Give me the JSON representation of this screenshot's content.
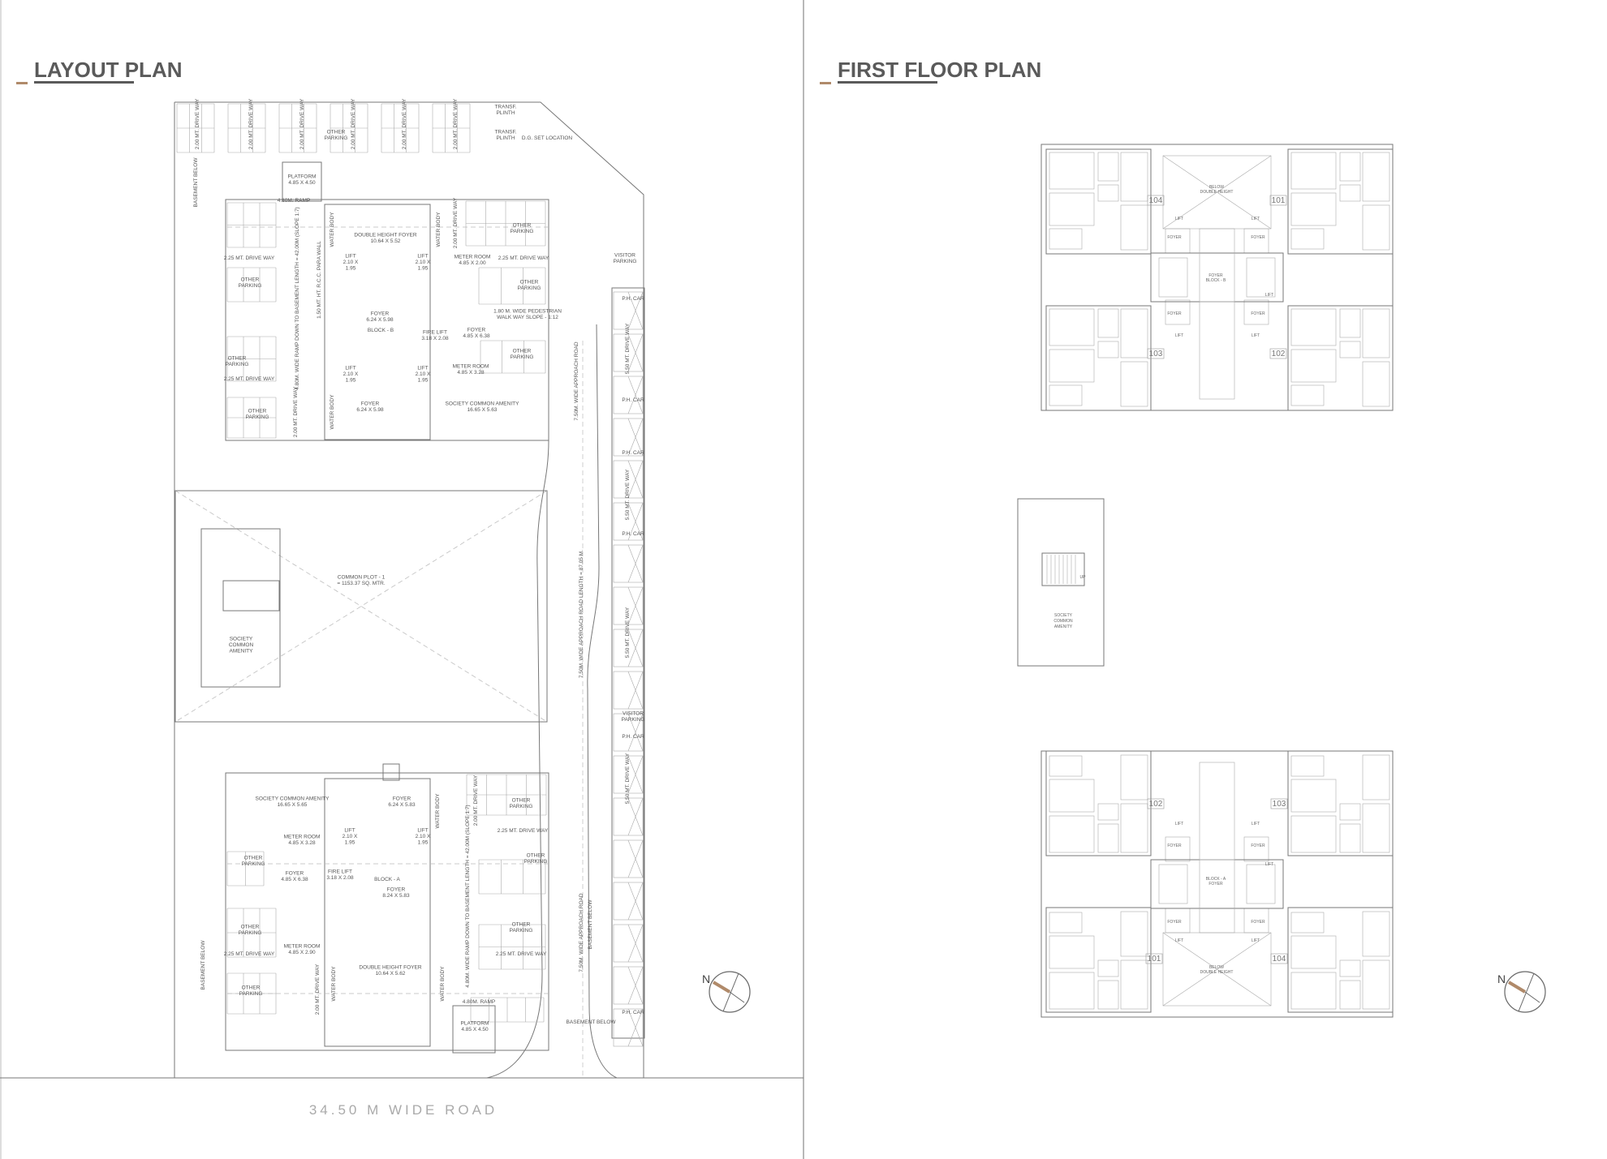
{
  "layout_plan": {
    "title": "LAYOUT PLAN",
    "road_label": "34.50 M  WIDE  ROAD",
    "labels": [
      {
        "lines": [
          "PLATFORM",
          "4.85 X 4.50"
        ]
      },
      {
        "lines": [
          "DOUBLE HEIGHT FOYER",
          "10.64 X 5.52"
        ]
      },
      {
        "lines": [
          "METER ROOM",
          "4.85 X 2.00"
        ]
      },
      {
        "lines": [
          "FOYER",
          "6.24 X 5.98"
        ]
      },
      {
        "lines": [
          "BLOCK - B"
        ]
      },
      {
        "lines": [
          "FIRE LIFT",
          "3.18 X 2.08"
        ]
      },
      {
        "lines": [
          "FOYER",
          "4.85 X 6.38"
        ]
      },
      {
        "lines": [
          "1.80 M. WIDE PEDESTRIAN",
          "WALK WAY SLOPE - 1:12"
        ]
      },
      {
        "lines": [
          "METER ROOM",
          "4.85 X 3.28"
        ]
      },
      {
        "lines": [
          "SOCIETY COMMON AMENITY",
          "16.65 X 5.63"
        ]
      },
      {
        "lines": [
          "FOYER",
          "6.24 X 5.98"
        ]
      },
      {
        "lines": [
          "TRANSF.",
          "PLINTH"
        ]
      },
      {
        "lines": [
          "TRANSF.",
          "PLINTH"
        ]
      },
      {
        "lines": [
          "D.G. SET LOCATION"
        ]
      },
      {
        "lines": [
          "2.25 MT. DRIVE WAY"
        ]
      },
      {
        "lines": [
          "2.25 MT. DRIVE WAY"
        ]
      },
      {
        "lines": [
          "2.25 MT. DRIVE WAY"
        ]
      },
      {
        "lines": [
          "OTHER",
          "PARKING"
        ]
      },
      {
        "lines": [
          "OTHER",
          "PARKING"
        ]
      },
      {
        "lines": [
          "OTHER",
          "PARKING"
        ]
      },
      {
        "lines": [
          "OTHER",
          "PARKING"
        ]
      },
      {
        "lines": [
          "OTHER",
          "PARKING"
        ]
      },
      {
        "lines": [
          "OTHER",
          "PARKING"
        ]
      },
      {
        "lines": [
          "OTHER",
          "PARKING"
        ]
      },
      {
        "lines": [
          "LIFT",
          "2.10 X",
          "1.95"
        ]
      },
      {
        "lines": [
          "LIFT",
          "2.10 X",
          "1.95"
        ]
      },
      {
        "lines": [
          "LIFT",
          "2.10 X",
          "1.95"
        ]
      },
      {
        "lines": [
          "LIFT",
          "2.10 X",
          "1.95"
        ]
      },
      {
        "lines": [
          "COMMON PLOT - 1",
          "= 1153.37 SQ. MTR."
        ]
      },
      {
        "lines": [
          "SOCIETY",
          "COMMON",
          "AMENITY"
        ]
      },
      {
        "lines": [
          "SOCIETY COMMON AMENITY",
          "16.65 X 5.65"
        ]
      },
      {
        "lines": [
          "FOYER",
          "6.24 X 5.83"
        ]
      },
      {
        "lines": [
          "OTHER",
          "PARKING"
        ]
      },
      {
        "lines": [
          "2.25 MT. DRIVE WAY"
        ]
      },
      {
        "lines": [
          "OTHER",
          "PARKING"
        ]
      },
      {
        "lines": [
          "METER ROOM",
          "4.85 X 3.28"
        ]
      },
      {
        "lines": [
          "LIFT",
          "2.10 X",
          "1.95"
        ]
      },
      {
        "lines": [
          "LIFT",
          "2.10 X",
          "1.95"
        ]
      },
      {
        "lines": [
          "OTHER",
          "PARKING"
        ]
      },
      {
        "lines": [
          "FIRE LIFT",
          "3.18 X 2.08"
        ]
      },
      {
        "lines": [
          "BLOCK - A"
        ]
      },
      {
        "lines": [
          "FOYER",
          "4.85 X 6.38"
        ]
      },
      {
        "lines": [
          "FOYER",
          "8.24 X 5.83"
        ]
      },
      {
        "lines": [
          "METER ROOM",
          "4.85 X 2.90"
        ]
      },
      {
        "lines": [
          "2.25 MT. DRIVE WAY"
        ]
      },
      {
        "lines": [
          "2.25 MT. DRIVE WAY"
        ]
      },
      {
        "lines": [
          "OTHER",
          "PARKING"
        ]
      },
      {
        "lines": [
          "OTHER",
          "PARKING"
        ]
      },
      {
        "lines": [
          "OTHER",
          "PARKING"
        ]
      },
      {
        "lines": [
          "DOUBLE HEIGHT FOYER",
          "10.64 X 5.62"
        ]
      },
      {
        "lines": [
          "PLATFORM",
          "4.85 X 4.50"
        ]
      },
      {
        "lines": [
          "4.80M. RAMP"
        ]
      },
      {
        "lines": [
          "4.80M. RAMP"
        ]
      },
      {
        "lines": [
          "BASEMENT BELOW"
        ]
      },
      {
        "lines": [
          "VISITOR",
          "PARKING"
        ]
      },
      {
        "lines": [
          "VISITOR",
          "PARKING"
        ]
      },
      {
        "lines": [
          "P.H. CAR"
        ]
      },
      {
        "lines": [
          "P.H. CAR"
        ]
      },
      {
        "lines": [
          "P.H. CAR"
        ]
      },
      {
        "lines": [
          "P.H. CAR"
        ]
      },
      {
        "lines": [
          "P.H. CAR"
        ]
      },
      {
        "lines": [
          "P.H. CAR"
        ]
      }
    ],
    "vertical_labels": [
      "BASEMENT BELOW",
      "2.00 MT. DRIVE WAY",
      "2.00 MT. DRIVE WAY",
      "2.00 MT. DRIVE WAY",
      "2.00 MT. DRIVE WAY",
      "2.00 MT. DRIVE WAY",
      "2.00 MT. DRIVE WAY",
      "WATER BODY",
      "WATER BODY",
      "WATER BODY",
      "2.00 MT. DRIVE WAY",
      "2.00 MT. DRIVE WAY",
      "4.80M. WIDE RAMP DOWN TO BASEMENT LENGTH = 42.00M (SLOPE 1:7)",
      "1.50 MT. HT. R.C.C. PARA WALL",
      "7.50M. WIDE APPROACH ROAD",
      "7.50M. WIDE APPROACH ROAD  LENGTH = 87.05 M.",
      "7.50M. WIDE APPROACH ROAD",
      "5.50 MT. DRIVE WAY",
      "5.50 MT. DRIVE WAY",
      "5.50 MT. DRIVE WAY",
      "5.50 MT. DRIVE WAY",
      "BASEMENT BELOW",
      "WATER BODY",
      "WATER BODY",
      "WATER BODY",
      "2.00 MT. DRIVE WAY",
      "2.00 MT. DRIVE WAY",
      "4.80M. WIDE RAMP DOWN TO BASEMENT LENGTH = 42.00M (SLOPE 1:7)",
      "BASEMENT BELOW"
    ],
    "compass_letter": "N"
  },
  "first_floor_plan": {
    "title": "FIRST FLOOR PLAN",
    "block_b": {
      "units": [
        "104",
        "101",
        "103",
        "102"
      ],
      "labels": [
        {
          "lines": [
            "BELOW",
            "DOUBLE HEIGHT"
          ]
        },
        {
          "lines": [
            "FOYER",
            "BLOCK - B"
          ]
        },
        {
          "lines": [
            "LIFT"
          ]
        },
        {
          "lines": [
            "LIFT"
          ]
        },
        {
          "lines": [
            "LIFT"
          ]
        },
        {
          "lines": [
            "LIFT"
          ]
        },
        {
          "lines": [
            "LIFT"
          ]
        },
        {
          "lines": [
            "FOYER"
          ]
        },
        {
          "lines": [
            "FOYER"
          ]
        },
        {
          "lines": [
            "FOYER"
          ]
        },
        {
          "lines": [
            "FOYER"
          ]
        }
      ]
    },
    "amenity": {
      "lines": [
        "SOCIETY",
        "COMMON",
        "AMENITY"
      ],
      "stair": "UP"
    },
    "block_a": {
      "units": [
        "102",
        "103",
        "101",
        "104"
      ],
      "labels": [
        {
          "lines": [
            "BELOW",
            "DOUBLE HEIGHT"
          ]
        },
        {
          "lines": [
            "BLOCK - A",
            "FOYER"
          ]
        },
        {
          "lines": [
            "LIFT"
          ]
        },
        {
          "lines": [
            "LIFT"
          ]
        },
        {
          "lines": [
            "LIFT"
          ]
        },
        {
          "lines": [
            "LIFT"
          ]
        },
        {
          "lines": [
            "LIFT"
          ]
        },
        {
          "lines": [
            "FOYER"
          ]
        },
        {
          "lines": [
            "FOYER"
          ]
        },
        {
          "lines": [
            "FOYER"
          ]
        },
        {
          "lines": [
            "FOYER"
          ]
        }
      ]
    },
    "compass_letter": "N"
  },
  "colors": {
    "title": "#5a5a5a",
    "accent": "#b08a6a",
    "line": "#777777",
    "road_text": "#aaaaaa"
  }
}
